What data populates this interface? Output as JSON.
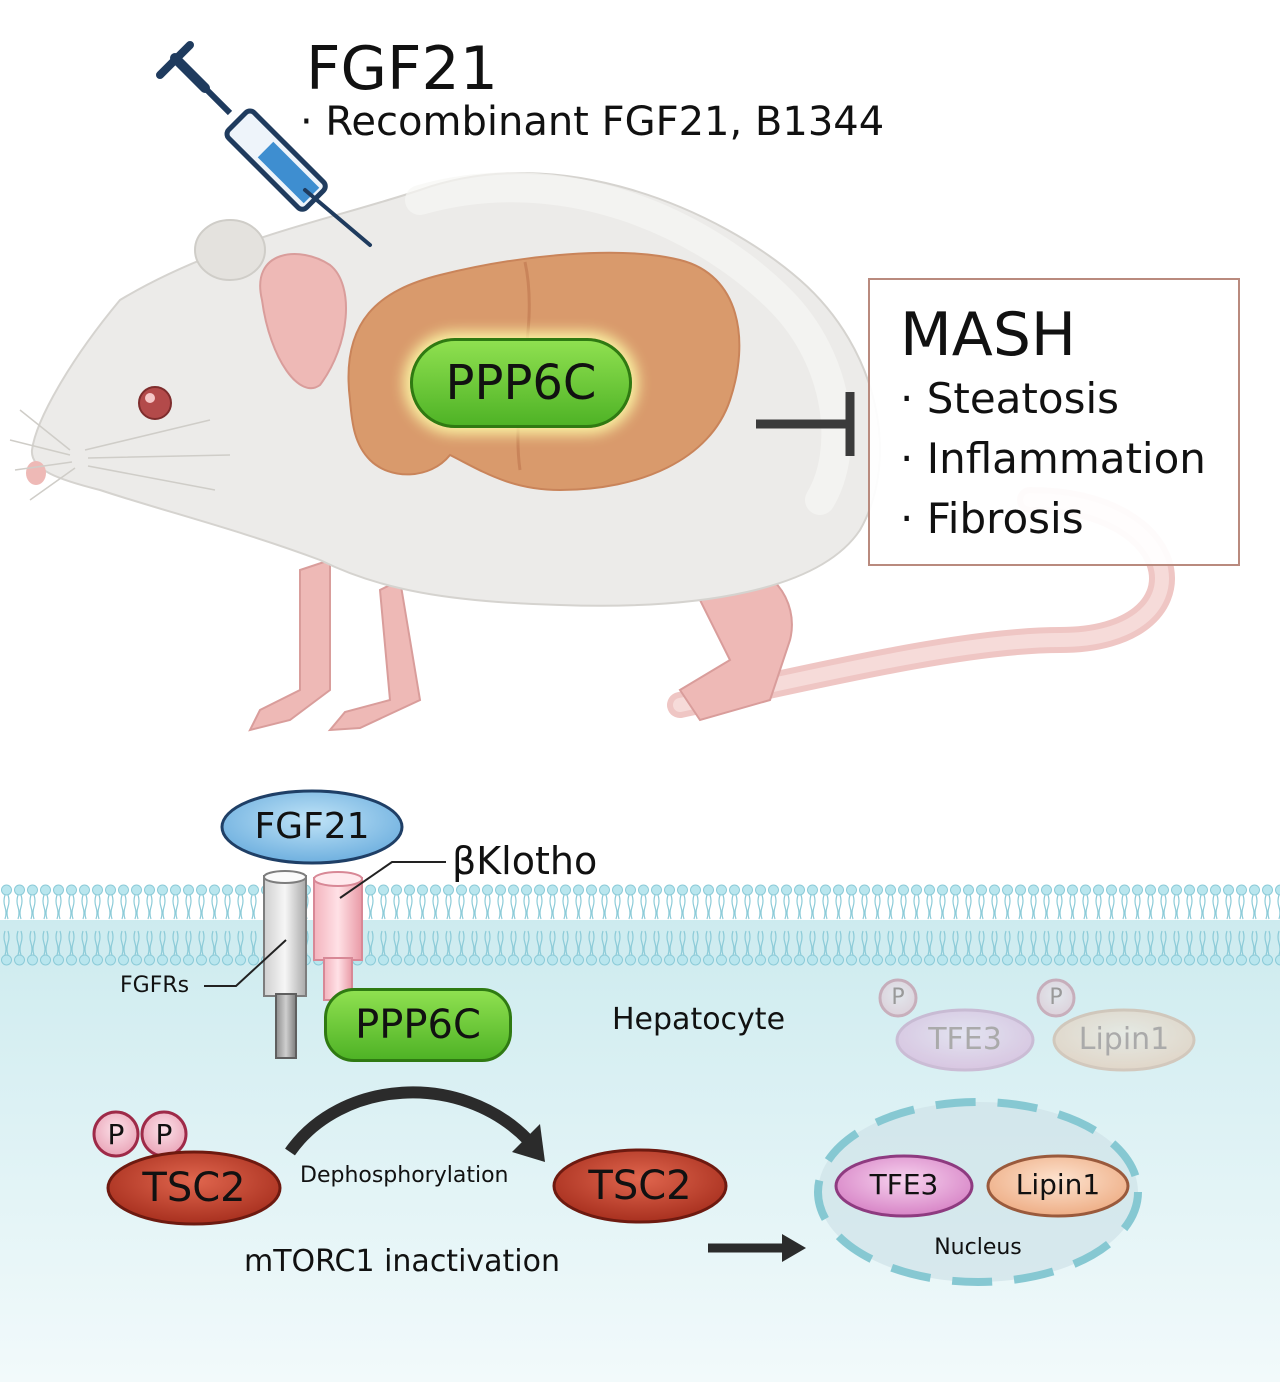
{
  "top": {
    "drug_title": "FGF21",
    "drug_sub": "· Recombinant FGF21, B1344",
    "liver_label": "PPP6C",
    "mash_title": "MASH",
    "mash_items": [
      "· Steatosis",
      "· Inflammation",
      "· Fibrosis"
    ]
  },
  "bottom": {
    "ligand": "FGF21",
    "coreceptor": "βKlotho",
    "receptor": "FGFRs",
    "phosphatase": "PPP6C",
    "cell": "Hepatocyte",
    "phospho": "P",
    "tfe3": "TFE3",
    "lipin1": "Lipin1",
    "tsc2": "TSC2",
    "reaction": "Dephosphorylation",
    "mtorc": "mTORC1 inactivation",
    "nucleus": "Nucleus"
  },
  "colors": {
    "ppp6c_green": "#5cc232",
    "tsc2_red": "#b3382a",
    "membrane_blue": "#9fdbe6",
    "cytoplasm": "#d3eef1",
    "liver": "#d99a6c",
    "mash_border": "#b98a7e"
  }
}
